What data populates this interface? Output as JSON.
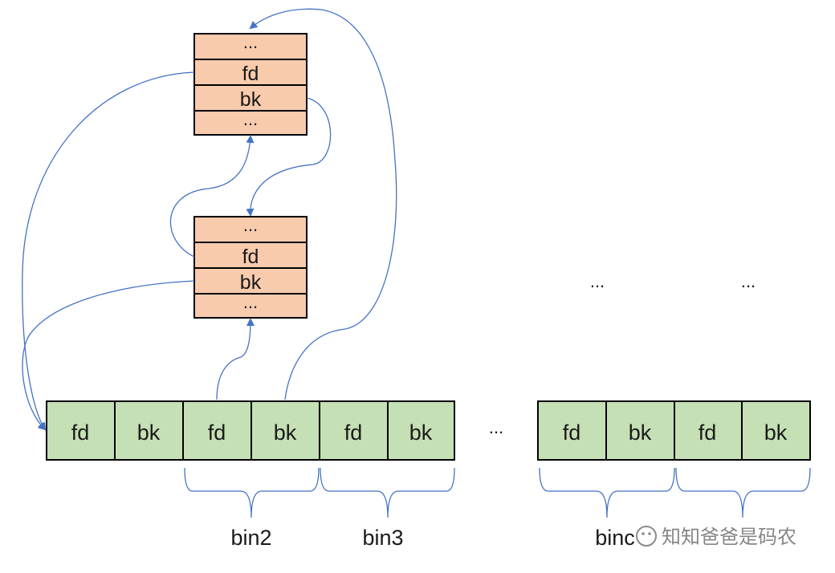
{
  "chunk_top": {
    "fields": [
      "...",
      "fd",
      "bk",
      "..."
    ]
  },
  "chunk_mid": {
    "fields": [
      "...",
      "fd",
      "bk",
      "..."
    ]
  },
  "bins_row_left": [
    "fd",
    "bk",
    "fd",
    "bk",
    "fd",
    "bk"
  ],
  "bins_row_right": [
    "fd",
    "bk",
    "fd",
    "bk"
  ],
  "row_gap_ellipsis": "...",
  "upper_ellipsis_1": "...",
  "upper_ellipsis_2": "...",
  "bin_labels": [
    "bin2",
    "bin3",
    "binc"
  ],
  "watermark": "知知爸爸是码农",
  "colors": {
    "chunk_fill": "#f8cbad",
    "bin_fill": "#c5e0b4",
    "arrow": "#4472c4"
  }
}
